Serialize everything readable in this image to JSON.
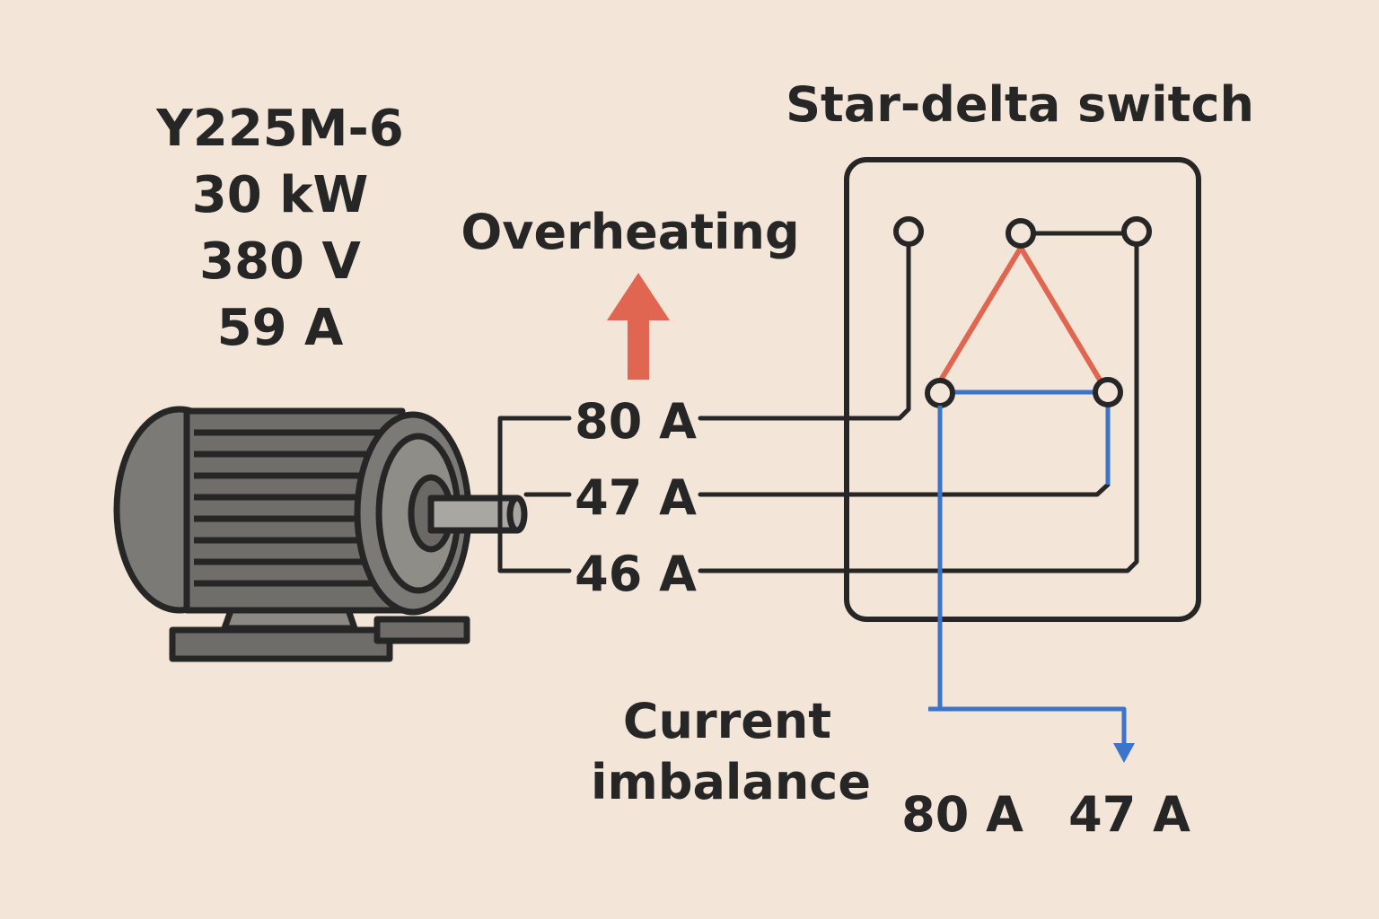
{
  "motor": {
    "model": "Y225M-6",
    "power": "30 kW",
    "voltage": "380 V",
    "rated_current": "59 A"
  },
  "switch": {
    "title": "Star-delta switch"
  },
  "warning": {
    "label": "Overheating"
  },
  "phases": [
    {
      "current": "80 A"
    },
    {
      "current": "47 A"
    },
    {
      "current": "46 A"
    }
  ],
  "imbalance": {
    "line1": "Current",
    "line2": "imbalance",
    "value_a": "80 A",
    "value_b": "47 A"
  },
  "colors": {
    "background": "#f3e6d8",
    "ink": "#262626",
    "delta_red": "#e06651",
    "wire_blue": "#3b74c8",
    "motor_body": "#7b7a76"
  },
  "icons": [
    "electric-motor-icon",
    "arrow-up-icon",
    "arrow-down-icon"
  ]
}
